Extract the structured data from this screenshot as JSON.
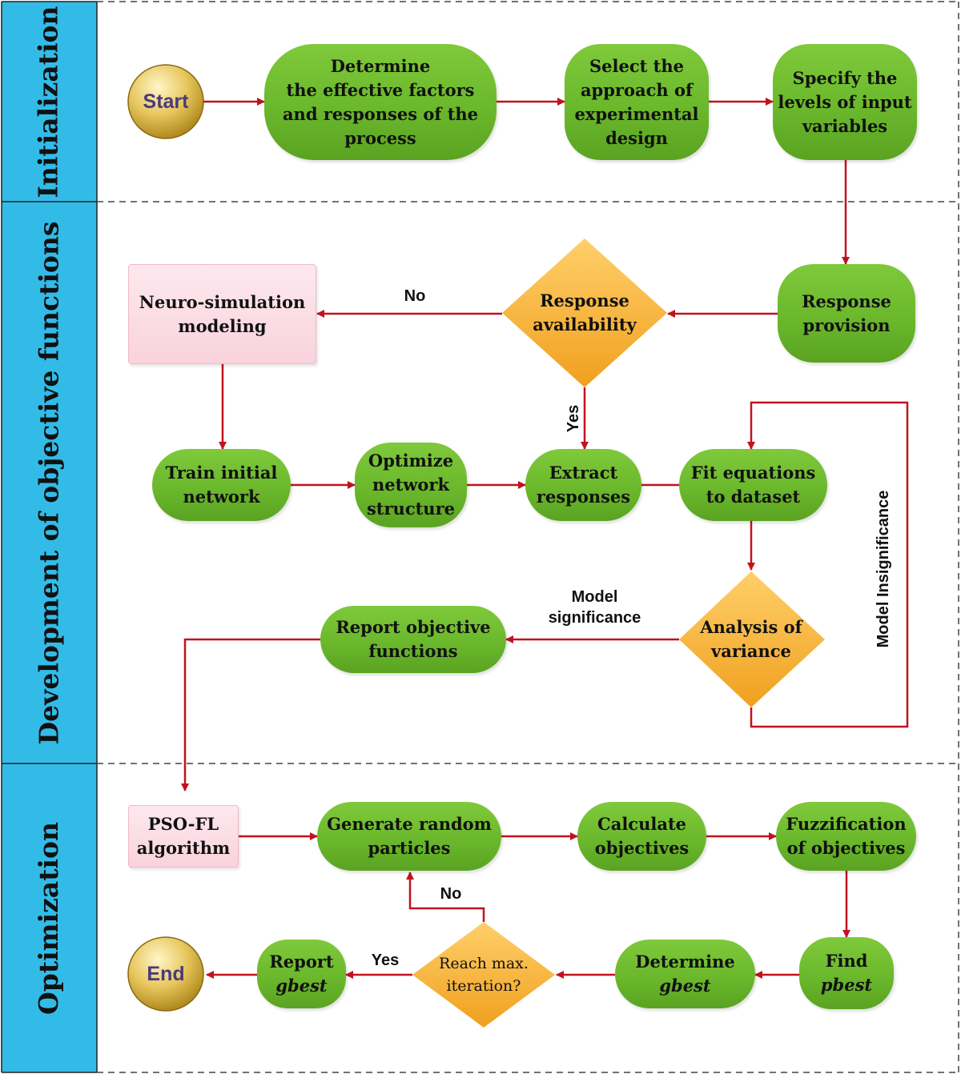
{
  "lanes": {
    "initialization": "Initialization",
    "development": "Development of objective functions",
    "optimization": "Optimization"
  },
  "terminals": {
    "start": "Start",
    "end": "End"
  },
  "nodes": {
    "determine_factors": [
      "Determine",
      "the effective factors",
      "and responses of the",
      "process"
    ],
    "select_approach": [
      "Select the",
      "approach of",
      "experimental",
      "design"
    ],
    "specify_levels": [
      "Specify the",
      "levels of input",
      "variables"
    ],
    "response_provision": [
      "Response",
      "provision"
    ],
    "response_availability": [
      "Response",
      "availability"
    ],
    "neuro_simulation": [
      "Neuro-simulation",
      "modeling"
    ],
    "train_network": [
      "Train initial",
      "network"
    ],
    "optimize_structure": [
      "Optimize",
      "network",
      "structure"
    ],
    "extract_responses": [
      "Extract",
      "responses"
    ],
    "fit_equations": [
      "Fit equations",
      "to dataset"
    ],
    "analysis_variance": [
      "Analysis of",
      "variance"
    ],
    "report_objectives": [
      "Report objective",
      "functions"
    ],
    "pso_fl": [
      "PSO-FL",
      "algorithm"
    ],
    "generate_particles": [
      "Generate random",
      "particles"
    ],
    "calculate_objectives": [
      "Calculate",
      "objectives"
    ],
    "fuzzification": [
      "Fuzzification",
      "of objectives"
    ],
    "find_pbest": [
      "Find",
      "pbest"
    ],
    "determine_gbest": [
      "Determine",
      "gbest"
    ],
    "reach_max": [
      "Reach max.",
      "iteration?"
    ],
    "report_gbest": [
      "Report",
      "gbest"
    ]
  },
  "edge_labels": {
    "no_response": "No",
    "yes_response": "Yes",
    "model_significance": [
      "Model",
      "significance"
    ],
    "model_insignificance": "Model Insignificance",
    "no_iteration": "No",
    "yes_iteration": "Yes"
  },
  "colors": {
    "lane_fill": "#33bbe8",
    "node_green": "#6bb82c",
    "decision_orange": "#f5a623",
    "arrow_red": "#c1121f",
    "pink_box": "#fbdce4"
  }
}
